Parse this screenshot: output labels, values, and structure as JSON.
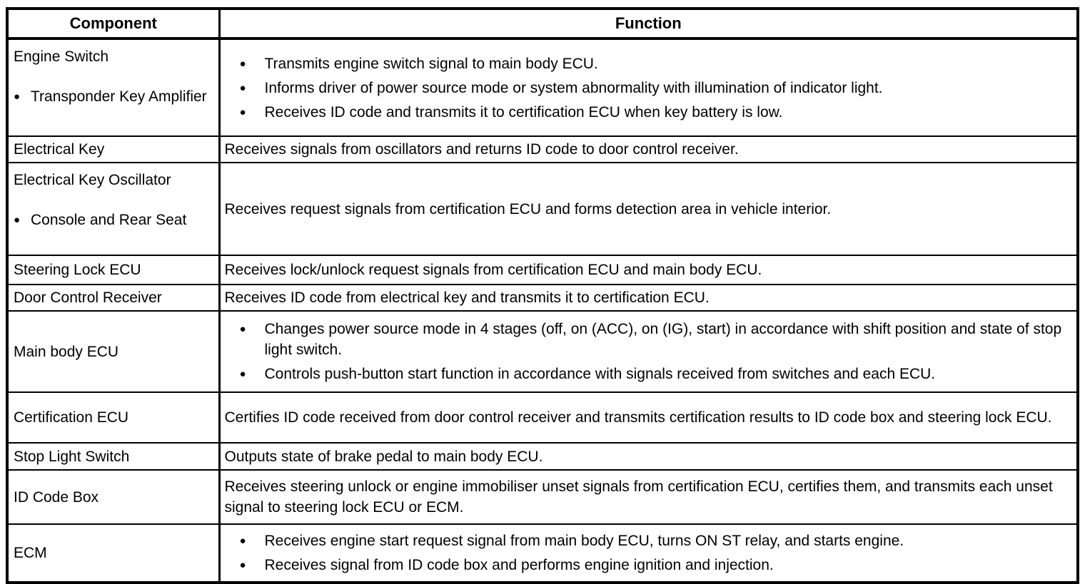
{
  "colors": {
    "border": "#000000",
    "text": "#000000",
    "background": "#ffffff"
  },
  "icons": {
    "bullet": "●"
  },
  "table": {
    "headers": [
      "Component",
      "Function"
    ],
    "rows": [
      {
        "component": {
          "title": "Engine Switch",
          "bullets": [
            "Transponder Key Amplifier"
          ]
        },
        "function": {
          "items": [
            "Transmits engine switch signal to main body ECU.",
            "Informs driver of power source mode or system abnormality with illumination of indicator light.",
            "Receives ID code and transmits it to certification ECU when key battery is low."
          ]
        }
      },
      {
        "component": {
          "title": "Electrical Key"
        },
        "function": {
          "text": "Receives signals from oscillators and returns ID code to door control receiver."
        }
      },
      {
        "component": {
          "title": "Electrical Key Oscillator",
          "bullets": [
            "Console and Rear Seat"
          ]
        },
        "function": {
          "text": "Receives request signals from certification ECU and forms detection area in vehicle interior."
        }
      },
      {
        "component": {
          "title": "Steering Lock ECU"
        },
        "function": {
          "text": "Receives lock/unlock request signals from certification ECU and main body ECU."
        }
      },
      {
        "component": {
          "title": "Door Control Receiver"
        },
        "function": {
          "text": "Receives ID code from electrical key and transmits it to certification ECU."
        }
      },
      {
        "component": {
          "title": "Main body ECU"
        },
        "function": {
          "items": [
            "Changes power source mode in 4 stages (off, on (ACC), on (IG), start) in accordance with shift position and state of stop light switch.",
            "Controls push-button start function in accordance with signals received from switches and each ECU."
          ]
        }
      },
      {
        "component": {
          "title": "Certification ECU"
        },
        "function": {
          "text": "Certifies ID code received from door control receiver and transmits certification results to ID code box and steering lock ECU."
        }
      },
      {
        "component": {
          "title": "Stop Light Switch"
        },
        "function": {
          "text": "Outputs state of brake pedal to main body ECU."
        }
      },
      {
        "component": {
          "title": "ID Code Box"
        },
        "function": {
          "text": "Receives steering unlock or engine immobiliser unset signals from certification ECU, certifies them, and transmits each unset signal to steering lock ECU or ECM."
        }
      },
      {
        "component": {
          "title": "ECM"
        },
        "function": {
          "items": [
            "Receives engine start request signal from main body ECU, turns ON ST relay, and starts engine.",
            "Receives signal from ID code box and performs engine ignition and injection."
          ]
        }
      }
    ]
  }
}
